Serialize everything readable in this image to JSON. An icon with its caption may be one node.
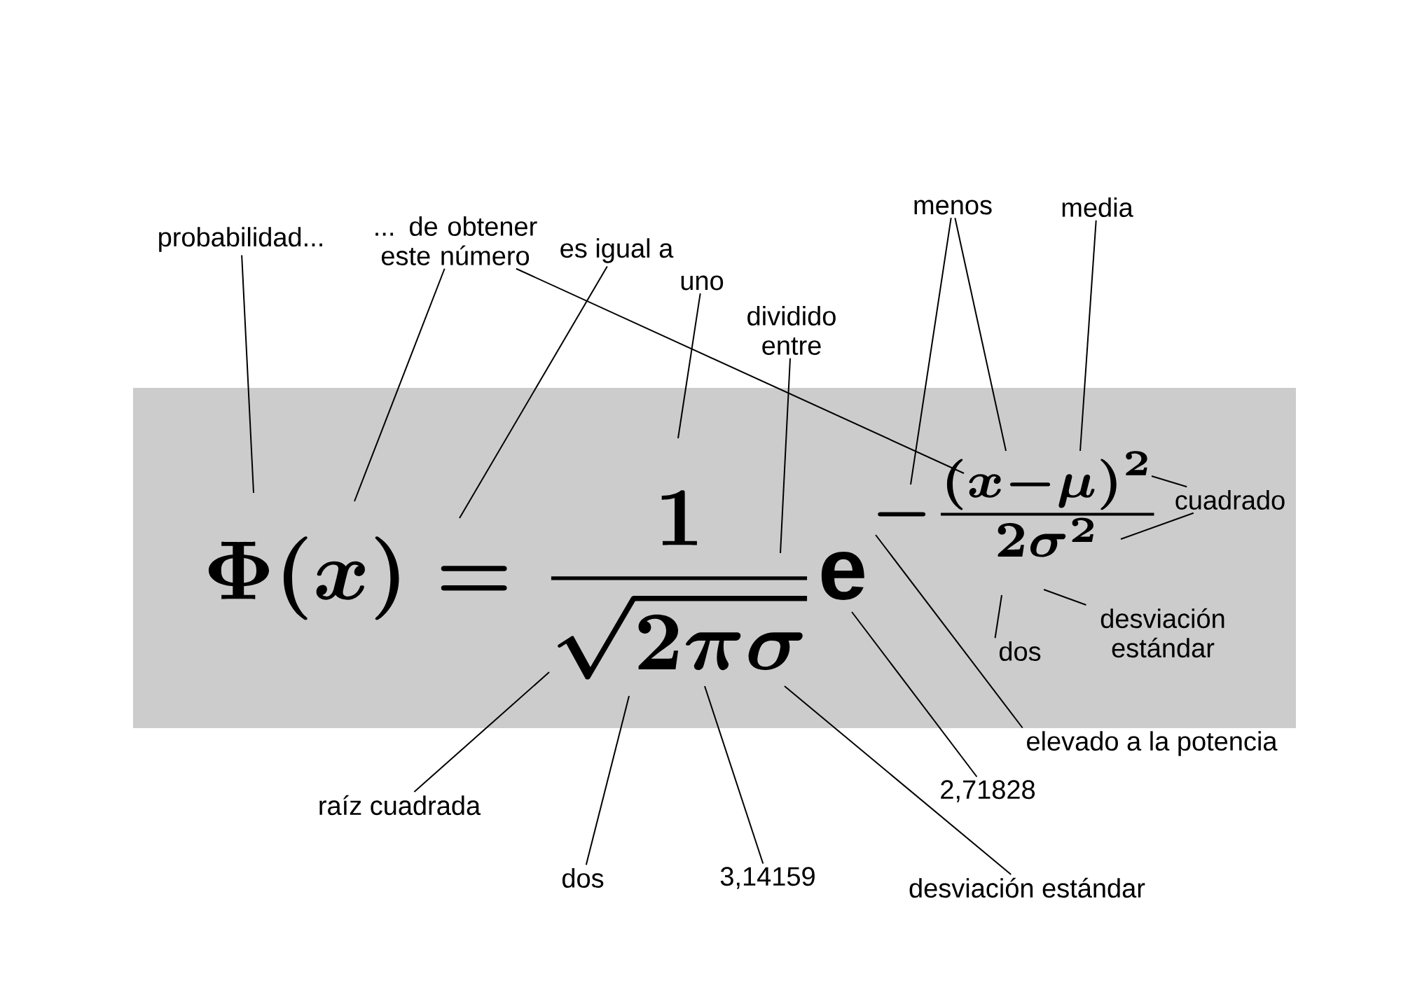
{
  "diagram": {
    "nodes": [
      {
        "text": [
          "probabilidad..."
        ]
      },
      {
        "text": [
          "... de obtener este número"
        ]
      },
      {
        "text": [
          "es igual a"
        ]
      },
      {
        "text": [
          "uno"
        ]
      },
      {
        "text": [
          "dividido entre"
        ]
      },
      {
        "text": [
          "menos"
        ]
      },
      {
        "text": [
          "media"
        ]
      },
      {
        "text": [
          "cuadrado"
        ]
      },
      {
        "text": [
          "desviación estándar"
        ]
      },
      {
        "text": [
          "dos"
        ]
      },
      {
        "text": [
          "elevado a la potencia"
        ]
      },
      {
        "text": [
          "2,71828"
        ]
      },
      {
        "text": [
          "desviación estándar"
        ]
      },
      {
        "text": [
          "3,14159"
        ]
      },
      {
        "text": [
          "dos"
        ]
      },
      {
        "text": [
          "raíz cuadrada"
        ]
      },
      {
        "text": [
          "\\Phi(x)=\\frac{1}{\\sqrt{2\\pi\\sigma}}\\mathrm{e}"
        ]
      },
      {
        "text": [
          "-\\frac{(x-\\mu)^{2}}{2\\sigma^{2}}"
        ]
      }
    ],
    "edges": [
      {
        "from": 0,
        "to": 16,
        "arrow": "none"
      },
      {
        "from": 1,
        "to": 16,
        "arrow": "none"
      },
      {
        "from": 1,
        "to": 17,
        "arrow": "none"
      },
      {
        "from": 2,
        "to": 16,
        "arrow": "none"
      },
      {
        "from": 3,
        "to": 16,
        "arrow": "none"
      },
      {
        "from": 4,
        "to": 16,
        "arrow": "none"
      },
      {
        "from": 5,
        "to": 17,
        "arrow": "none"
      },
      {
        "from": 5,
        "to": 17,
        "arrow": "none"
      },
      {
        "from": 6,
        "to": 17,
        "arrow": "none"
      },
      {
        "from": 7,
        "to": 17,
        "arrow": "none"
      },
      {
        "from": 7,
        "to": 17,
        "arrow": "none"
      },
      {
        "from": 8,
        "to": 17,
        "arrow": "none"
      },
      {
        "from": 9,
        "to": 17,
        "arrow": "none"
      },
      {
        "from": 10,
        "to": 17,
        "arrow": "none"
      },
      {
        "from": 11,
        "to": 16,
        "arrow": "none"
      },
      {
        "from": 12,
        "to": 16,
        "arrow": "none"
      },
      {
        "from": 13,
        "to": 16,
        "arrow": "none"
      },
      {
        "from": 14,
        "to": 16,
        "arrow": "none"
      },
      {
        "from": 15,
        "to": 16,
        "arrow": "none"
      }
    ]
  }
}
